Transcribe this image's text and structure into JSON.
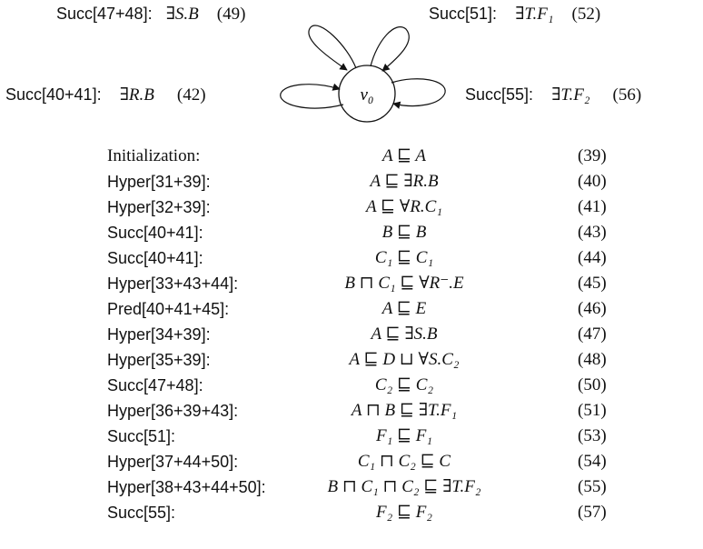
{
  "graph": {
    "node": "v₀",
    "labels": [
      {
        "rule": "Succ[47+48]:",
        "formula": "∃S.B",
        "num": "(49)"
      },
      {
        "rule": "Succ[51]:",
        "formula": "∃T.F₁",
        "num": "(52)"
      },
      {
        "rule": "Succ[40+41]:",
        "formula": "∃R.B",
        "num": "(42)"
      },
      {
        "rule": "Succ[55]:",
        "formula": "∃T.F₂",
        "num": "(56)"
      }
    ]
  },
  "derivation": [
    {
      "rule": "Initialization:",
      "axiom": "A ⊑ A",
      "num": "(39)"
    },
    {
      "rule": "Hyper[31+39]:",
      "axiom": "A ⊑ ∃R.B",
      "num": "(40)"
    },
    {
      "rule": "Hyper[32+39]:",
      "axiom": "A ⊑ ∀R.C₁",
      "num": "(41)"
    },
    {
      "rule": "Succ[40+41]:",
      "axiom": "B ⊑ B",
      "num": "(43)"
    },
    {
      "rule": "Succ[40+41]:",
      "axiom": "C₁ ⊑ C₁",
      "num": "(44)"
    },
    {
      "rule": "Hyper[33+43+44]:",
      "axiom": "B ⊓ C₁ ⊑ ∀R⁻.E",
      "num": "(45)"
    },
    {
      "rule": "Pred[40+41+45]:",
      "axiom": "A ⊑ E",
      "num": "(46)"
    },
    {
      "rule": "Hyper[34+39]:",
      "axiom": "A ⊑ ∃S.B",
      "num": "(47)"
    },
    {
      "rule": "Hyper[35+39]:",
      "axiom": "A ⊑ D ⊔ ∀S.C₂",
      "num": "(48)"
    },
    {
      "rule": "Succ[47+48]:",
      "axiom": "C₂ ⊑ C₂",
      "num": "(50)"
    },
    {
      "rule": "Hyper[36+39+43]:",
      "axiom": "A ⊓ B ⊑ ∃T.F₁",
      "num": "(51)"
    },
    {
      "rule": "Succ[51]:",
      "axiom": "F₁ ⊑ F₁",
      "num": "(53)"
    },
    {
      "rule": "Hyper[37+44+50]:",
      "axiom": "C₁ ⊓ C₂ ⊑ C",
      "num": "(54)"
    },
    {
      "rule": "Hyper[38+43+44+50]:",
      "axiom": "B ⊓ C₁ ⊓ C₂ ⊑ ∃T.F₂",
      "num": "(55)"
    },
    {
      "rule": "Succ[55]:",
      "axiom": "F₂ ⊑ F₂",
      "num": "(57)"
    }
  ]
}
